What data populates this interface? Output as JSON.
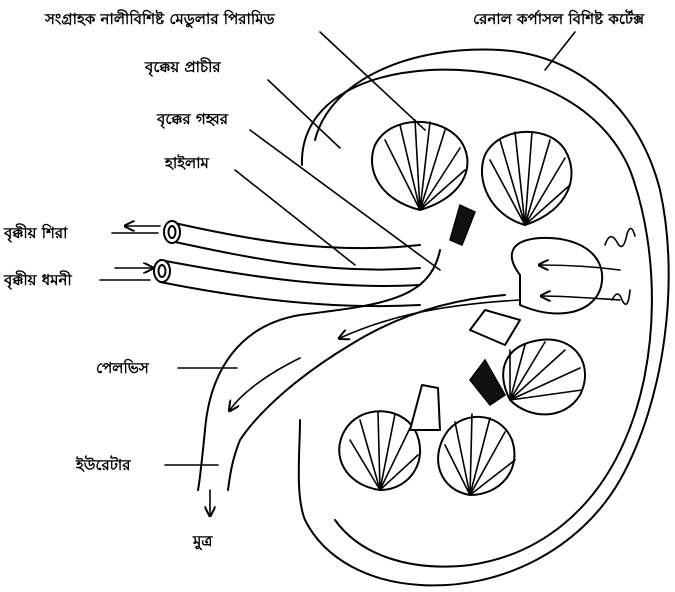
{
  "labels": {
    "collecting_duct_pyramid": "সংগ্রাহক নালীবিশিষ্ট মেডুলার পিরামিড",
    "cortex": "রেনাল কর্পাসল বিশিষ্ট কর্টেক্স",
    "kidney_wall": "বৃক্কেয় প্রাচীর",
    "renal_cavity": "বৃক্কের গহ্বর",
    "hilum": "হাইলাম",
    "renal_vein": "বৃক্কীয় শিরা",
    "renal_artery": "বৃক্কীয় ধমনী",
    "pelvis": "পেলভিস",
    "ureter": "ইউরেটার",
    "urine": "মুত্র"
  },
  "colors": {
    "ink": "#000000",
    "paper": "#ffffff"
  }
}
